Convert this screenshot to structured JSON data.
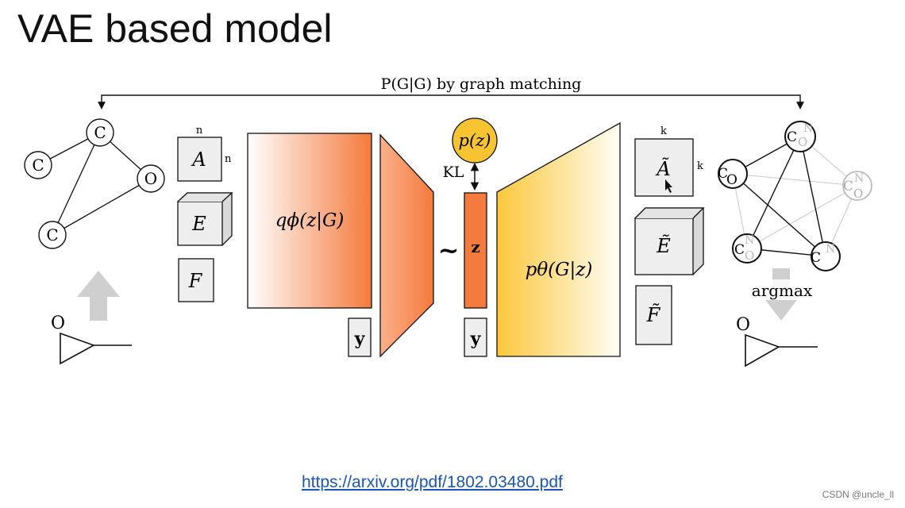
{
  "title": "VAE based model",
  "diagram": {
    "top_label": "P(G|G) by graph matching",
    "input_graph": {
      "nodes": [
        "C",
        "C",
        "O",
        "C"
      ]
    },
    "input_matrices": {
      "adjacency": "A",
      "edge": "E",
      "feature": "F",
      "dim_n_top": "n",
      "dim_n_side": "n"
    },
    "encoder": {
      "label": "qϕ(z|G)",
      "condition": "y"
    },
    "latent": {
      "sample_symbol": "~",
      "z": "z",
      "condition": "y",
      "prior": "p(z)",
      "kl": "KL"
    },
    "decoder": {
      "label": "pθ(G|z)"
    },
    "output_matrices": {
      "adjacency": "Ã",
      "edge": "Ẽ",
      "feature": "F̃",
      "dim_k_top": "k",
      "dim_k_side": "k"
    },
    "output_graph": {
      "nodes": [
        {
          "main": "C",
          "ghost": "N",
          "sub": "O"
        },
        {
          "main": "C",
          "ghost": "",
          "sub": "O"
        },
        {
          "main": "C",
          "ghost": "N",
          "sub": "O"
        },
        {
          "main": "C",
          "ghost": "N",
          "sub": "O"
        },
        {
          "main": "C",
          "ghost": "N",
          "sub": ""
        }
      ]
    },
    "argmax": "argmax",
    "molecule_atom": "O",
    "colors": {
      "orange": "#f47a3d",
      "yellow": "#f8c53a",
      "prior_fill": "#f7c431",
      "matrix_fill": "#eeeeee",
      "arrow_gray": "#cfcfcf"
    }
  },
  "link": "https://arxiv.org/pdf/1802.03480.pdf",
  "watermark": "CSDN @uncle_ll"
}
